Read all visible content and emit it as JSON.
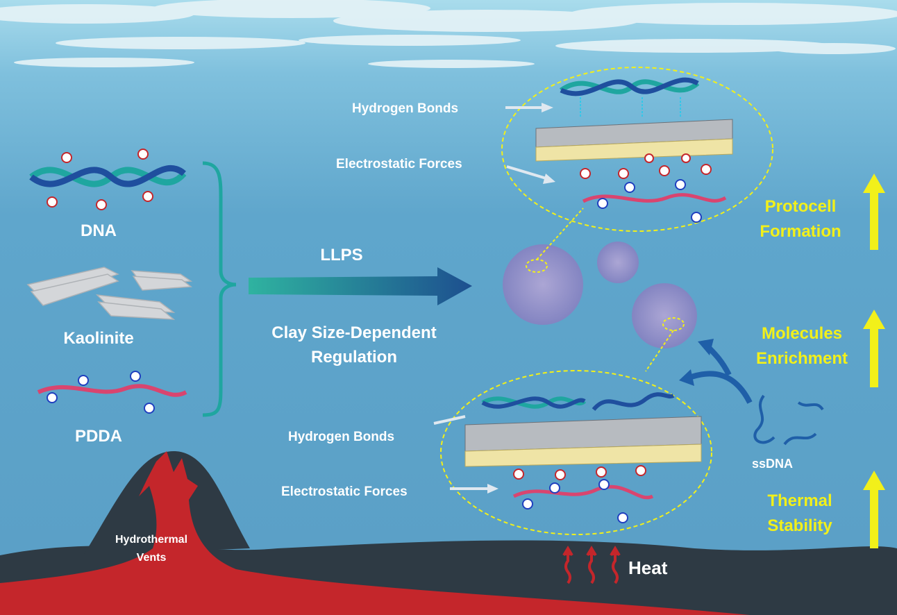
{
  "left_components": {
    "dna_label": "DNA",
    "kaolinite_label": "Kaolinite",
    "pdda_label": "PDDA"
  },
  "process": {
    "arrow_label": "LLPS",
    "regulation_line1": "Clay Size-Dependent",
    "regulation_line2": "Regulation"
  },
  "top_inset": {
    "hydrogen_bonds": "Hydrogen Bonds",
    "electrostatic_forces": "Electrostatic Forces"
  },
  "bottom_inset": {
    "hydrogen_bonds": "Hydrogen Bonds",
    "electrostatic_forces": "Electrostatic Forces",
    "ssdna_label": "ssDNA"
  },
  "environment": {
    "vent_line1": "Hydrothermal",
    "vent_line2": "Vents",
    "heat_label": "Heat"
  },
  "effects": {
    "protocell_line1": "Protocell",
    "protocell_line2": "Formation",
    "enrichment_line1": "Molecules",
    "enrichment_line2": "Enrichment",
    "thermal_line1": "Thermal",
    "thermal_line2": "Stability"
  },
  "colors": {
    "ocean": "#5ea6cc",
    "seafloor": "#2e3a44",
    "lava": "#c4262b",
    "effect_text": "#f2f01a",
    "dna_teal": "#1fa6a0",
    "dna_blue": "#1f4f9e",
    "pdda_pink": "#d9456f"
  }
}
